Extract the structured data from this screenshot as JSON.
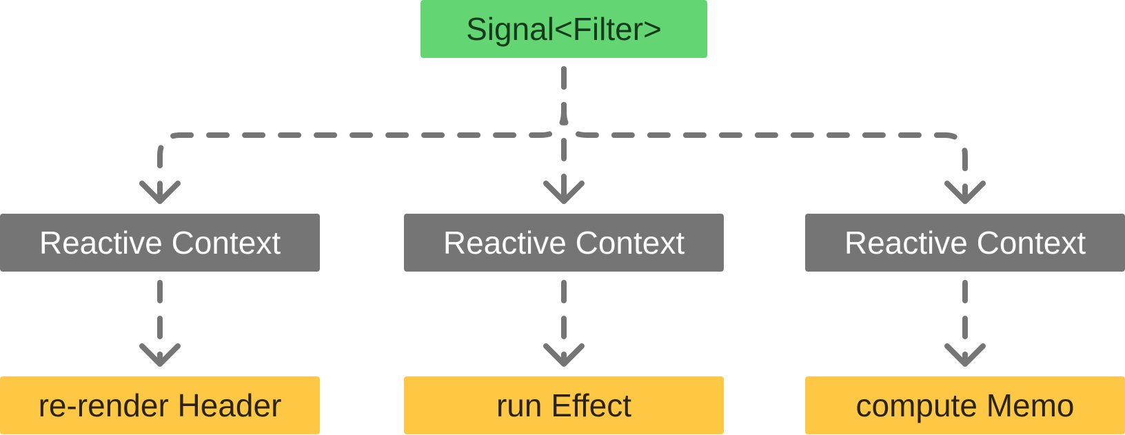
{
  "source": {
    "label": "Signal<Filter>",
    "color": "#63d673"
  },
  "contexts": [
    {
      "label": "Reactive Context"
    },
    {
      "label": "Reactive Context"
    },
    {
      "label": "Reactive Context"
    }
  ],
  "actions": [
    {
      "label": "re-render Header"
    },
    {
      "label": "run Effect"
    },
    {
      "label": "compute Memo"
    }
  ],
  "colors": {
    "context": "#757575",
    "action": "#fec845",
    "edge": "#757575"
  }
}
